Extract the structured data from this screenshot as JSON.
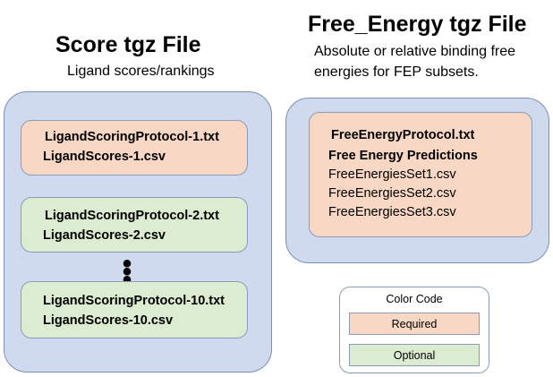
{
  "score": {
    "title": "Score tgz File",
    "subtitle": "Ligand scores/rankings",
    "cards": [
      {
        "line1": "LigandScoringProtocol-1.txt",
        "line2": "LigandScores-1.csv"
      },
      {
        "line1": "LigandScoringProtocol-2.txt",
        "line2": "LigandScores-2.csv"
      },
      {
        "line1": "LigandScoringProtocol-10.txt",
        "line2": "LigandScores-10.csv"
      }
    ],
    "ellipsis": "•\n•\n•"
  },
  "free_energy": {
    "title": "Free_Energy tgz File",
    "subtitle_line1": "Absolute or relative binding free",
    "subtitle_line2": "energies for FEP subsets.",
    "card": {
      "protocol": "FreeEnergyProtocol.txt",
      "heading": "Free Energy Predictions",
      "files": [
        "FreeEnergiesSet1.csv",
        "FreeEnergiesSet2.csv",
        "FreeEnergiesSet3.csv"
      ]
    }
  },
  "legend": {
    "title": "Color Code",
    "required": "Required",
    "optional": "Optional"
  },
  "colors": {
    "panel": "#cfdaee",
    "required": "#f8d8c4",
    "optional": "#dcecd1"
  }
}
